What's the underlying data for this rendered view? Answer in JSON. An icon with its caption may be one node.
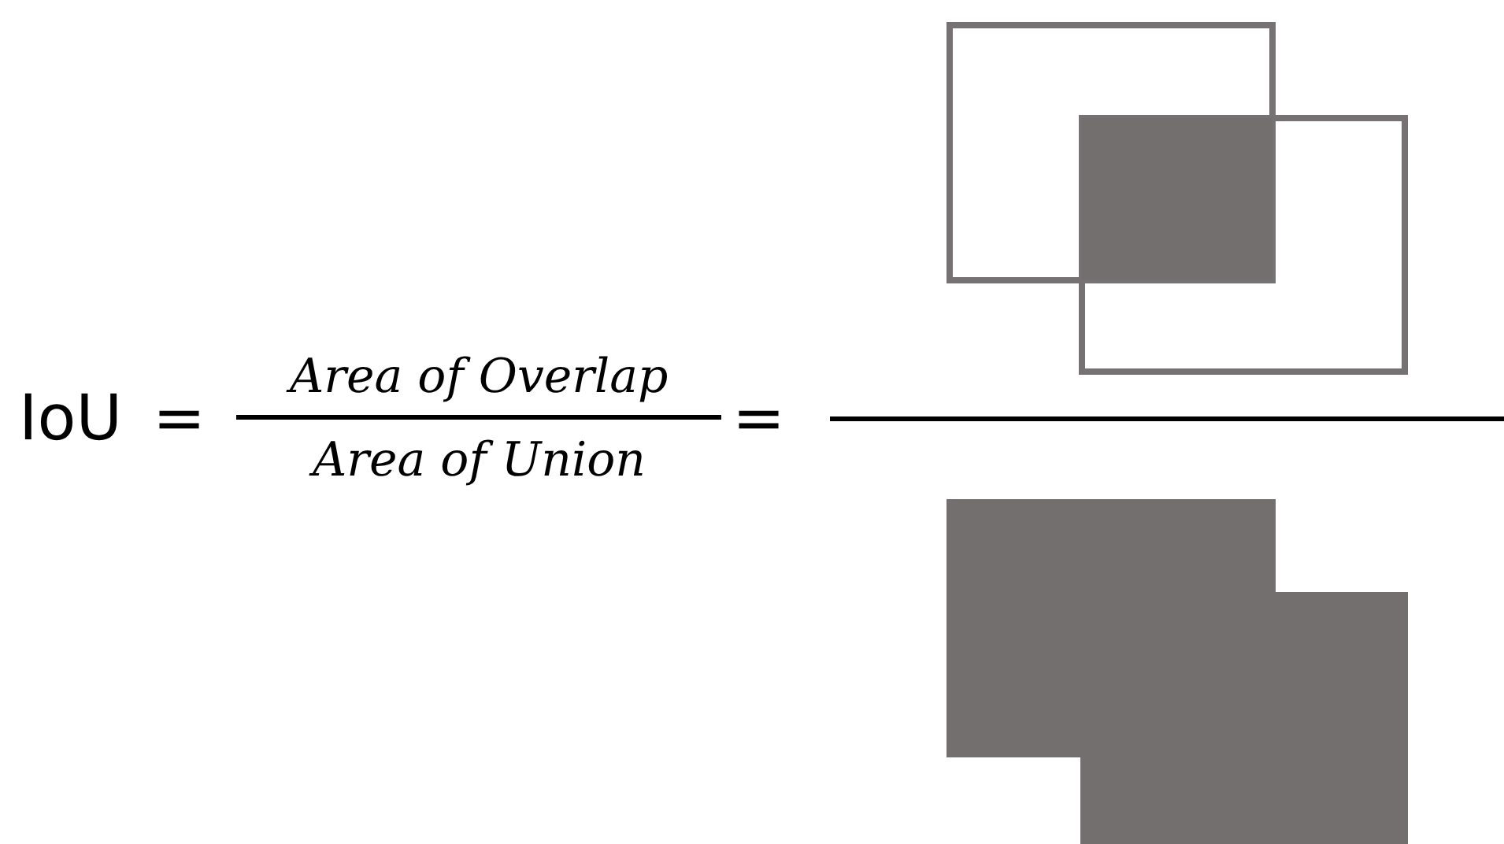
{
  "diagram": {
    "labels": [
      "IoU",
      "=",
      "Area of Overlap",
      "Area of Union",
      "="
    ]
  }
}
